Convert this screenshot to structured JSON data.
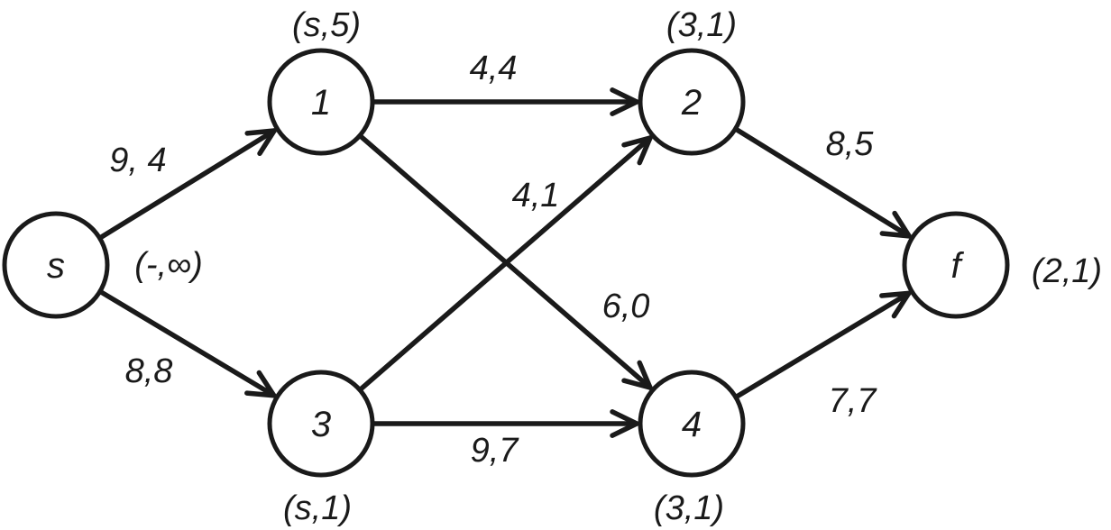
{
  "graph": {
    "nodes": [
      {
        "id": "s",
        "label": "s",
        "mark": "(-,∞)"
      },
      {
        "id": "1",
        "label": "1",
        "mark": "(s,5)"
      },
      {
        "id": "3",
        "label": "3",
        "mark": "(s,1)"
      },
      {
        "id": "2",
        "label": "2",
        "mark": "(3,1)"
      },
      {
        "id": "4",
        "label": "4",
        "mark": "(3,1)"
      },
      {
        "id": "f",
        "label": "f",
        "mark": "(2,1)"
      }
    ],
    "edges": [
      {
        "from": "s",
        "to": "1",
        "label": "9, 4"
      },
      {
        "from": "s",
        "to": "3",
        "label": "8,8"
      },
      {
        "from": "1",
        "to": "2",
        "label": "4,4"
      },
      {
        "from": "1",
        "to": "4",
        "label": "6,0"
      },
      {
        "from": "3",
        "to": "2",
        "label": "4,1"
      },
      {
        "from": "3",
        "to": "4",
        "label": "9,7"
      },
      {
        "from": "2",
        "to": "f",
        "label": "8,5"
      },
      {
        "from": "4",
        "to": "f",
        "label": "7,7"
      }
    ]
  },
  "colors": {
    "stroke": "#1a1a1a",
    "background": "#ffffff"
  }
}
